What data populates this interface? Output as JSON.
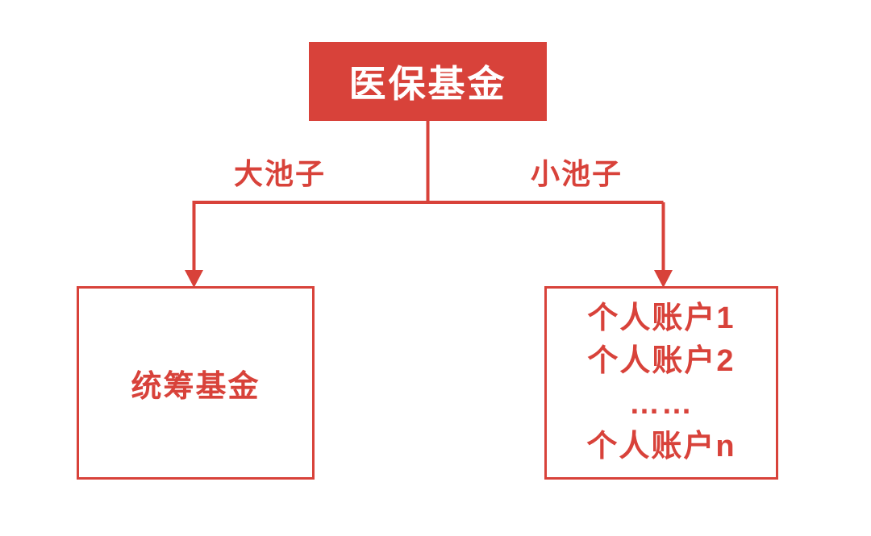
{
  "colors": {
    "red": "#d8423a",
    "background": "#ffffff",
    "root_text": "#ffffff"
  },
  "diagram": {
    "root": {
      "label": "医保基金"
    },
    "branch_labels": {
      "left": "大池子",
      "right": "小池子"
    },
    "left_node": {
      "label": "统筹基金"
    },
    "right_node": {
      "lines": [
        "个人账户1",
        "个人账户2",
        "……",
        "个人账户n"
      ]
    }
  }
}
